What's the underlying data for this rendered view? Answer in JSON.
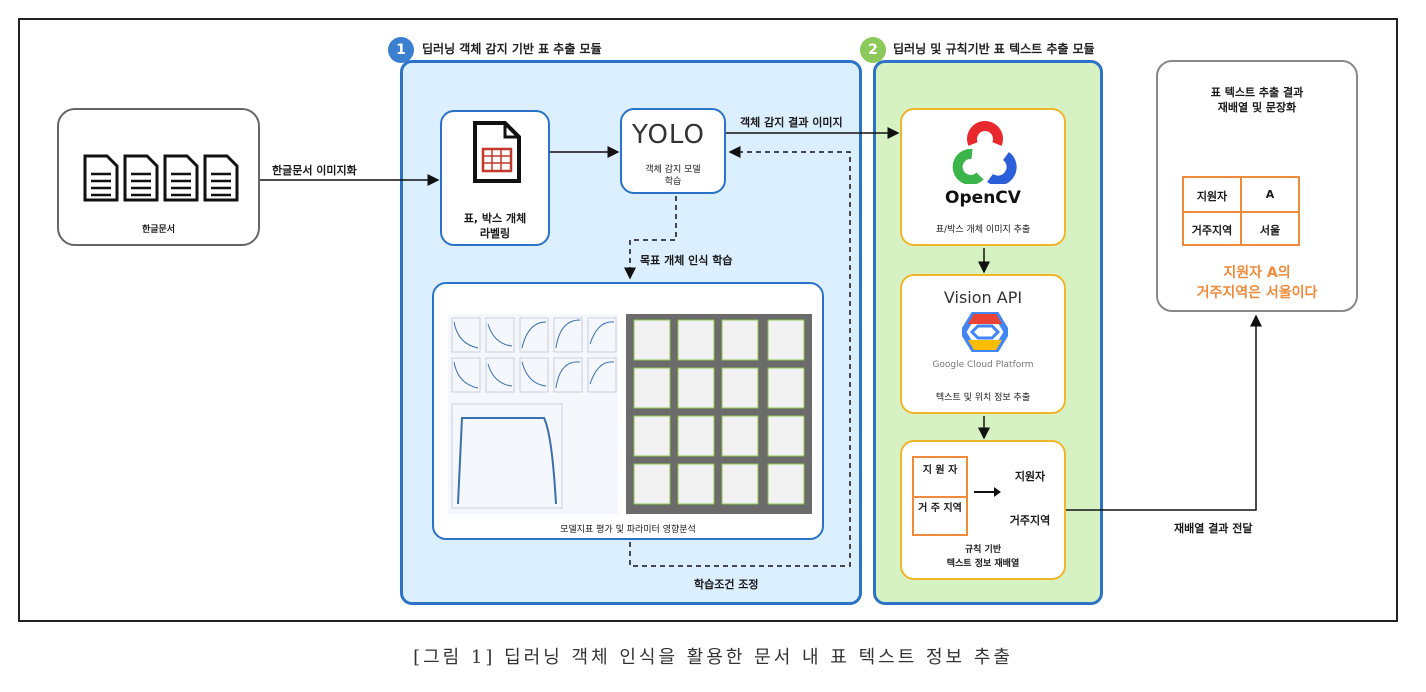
{
  "source": {
    "label": "한글문서"
  },
  "edges": {
    "to_image": "한글문서 이미지화",
    "detect_result": "객체 감지 결과 이미지",
    "target_learning": "목표 개체 인식 학습",
    "learning_adjust": "학습조건 조정",
    "reorder_result": "재배열 결과 전달"
  },
  "module1": {
    "number": "1",
    "title": "딥러닝 객체 감지 기반 표 추출 모듈",
    "labeling": {
      "line1": "표, 박스 개체",
      "line2": "라벨링"
    },
    "yolo": {
      "logo": "YOLO",
      "line1": "객체 감지 모델",
      "line2": "학습"
    },
    "analysis": {
      "label": "모델지표 평가 및 파라미터 영향분석"
    }
  },
  "module2": {
    "number": "2",
    "title": "딥러닝 및 규칙기반 표 텍스트 추출 모듈",
    "opencv": {
      "logo": "OpenCV",
      "label": "표/박스 개체 이미지 추출"
    },
    "vision": {
      "logo": "Vision API",
      "platform": "Google Cloud Platform",
      "label": "텍스트 및 위치 정보 추출"
    },
    "rule": {
      "cell1": "지 원 자",
      "cell2": "거 주 지역",
      "out1": "지원자",
      "out2": "거주지역",
      "line1": "규칙 기반",
      "line2": "텍스트 정보 재배열"
    }
  },
  "result": {
    "title1": "표 텍스트 추출 결과",
    "title2": "재배열 및 문장화",
    "table": [
      [
        "지원자",
        "A"
      ],
      [
        "거주지역",
        "서울"
      ]
    ],
    "sentence1": "지원자 A의",
    "sentence2": "거주지역은 서울이다"
  },
  "caption": "[그림 1] 딥러닝 객체 인식을 활용한 문서 내 표 텍스트 정보 추출",
  "colors": {
    "module1_bg": "#dcefff",
    "module1_border": "#2b73c7",
    "module2_bg": "#d6f2c2",
    "accent_orange": "#ef8b3c",
    "card_yellow": "#f0b52a"
  }
}
